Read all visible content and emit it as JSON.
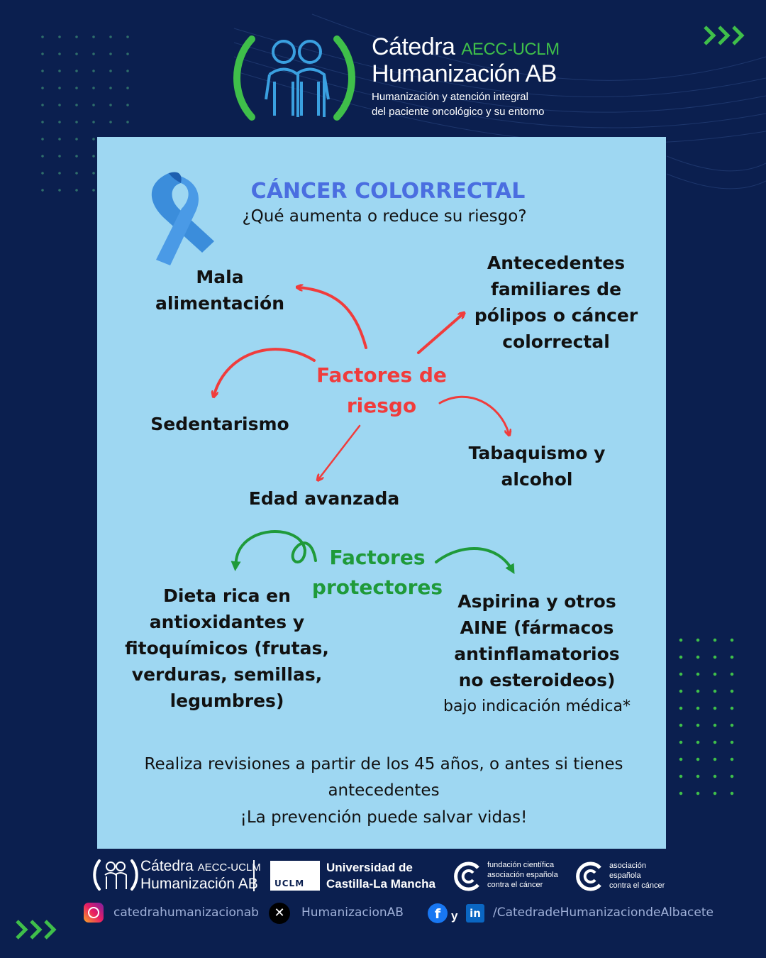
{
  "colors": {
    "background": "#0b1f4f",
    "card": "#9ed7f2",
    "accent_green": "#3fbf4a",
    "risk_red": "#f03c3c",
    "protect_green": "#1f9a3a",
    "title_blue": "#4a6ee0"
  },
  "header": {
    "title_word": "Cátedra",
    "title_accent": "AECC-UCLM",
    "title_line2": "Humanización AB",
    "subtitle_line1": "Humanización y atención integral",
    "subtitle_line2": "del paciente oncológico y su entorno",
    "logo_icon": "people-icon",
    "nav_icon": "chevrons-right-icon"
  },
  "main": {
    "title": "CÁNCER COLORRECTAL",
    "subtitle": "¿Qué aumenta o reduce su riesgo?",
    "ribbon_icon": "awareness-ribbon-icon",
    "risk": {
      "label_line1": "Factores de",
      "label_line2": "riesgo",
      "items": {
        "mala_1": "Mala",
        "mala_2": "alimentación",
        "ante_1": "Antecedentes",
        "ante_2": "familiares de",
        "ante_3": "pólipos o cáncer",
        "ante_4": "colorrectal",
        "sedentarismo": "Sedentarismo",
        "taba_1": "Tabaquismo y",
        "taba_2": "alcohol",
        "edad": "Edad avanzada"
      }
    },
    "protect": {
      "label_line1": "Factores",
      "label_line2": "protectores",
      "dieta": [
        "Dieta rica en",
        "antioxidantes y",
        "fitoquímicos (frutas,",
        "verduras, semillas,",
        "legumbres)"
      ],
      "aspirina": [
        "Aspirina y otros",
        "AINE (fármacos",
        "antinflamatorios",
        "no esteroideos)"
      ],
      "aspirina_note": "bajo indicación médica*"
    },
    "closing_line1": "Realiza revisiones a partir de los 45 años, o antes si tienes",
    "closing_line2": "antecedentes",
    "closing_line3": "¡La prevención puede salvar vidas!"
  },
  "footer": {
    "catedra_1": "Cátedra",
    "catedra_accent": "AECC-UCLM",
    "catedra_2": "Humanización AB",
    "uclm_badge": "UCLM",
    "uni_1": "Universidad de",
    "uni_2": "Castilla-La Mancha",
    "fund_1": "fundación científica",
    "fund_2": "asociación española",
    "fund_3": "contra el cáncer",
    "aecc_1": "asociación",
    "aecc_2": "española",
    "aecc_3": "contra el cáncer",
    "instagram": "catedrahumanizacionab",
    "x_handle": "HumanizacionAB",
    "y": "y",
    "fb_li": "/CatedradeHumanizaciondeAlbacete"
  }
}
